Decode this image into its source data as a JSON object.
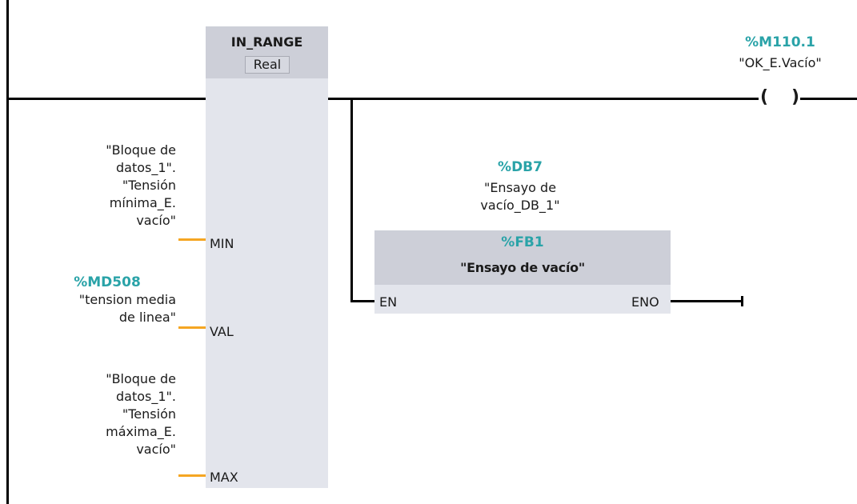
{
  "in_range": {
    "title": "IN_RANGE",
    "type": "Real",
    "pins": {
      "min": "MIN",
      "val": "VAL",
      "max": "MAX"
    }
  },
  "operands": {
    "min": {
      "lines": [
        "\"Bloque de",
        "datos_1\".",
        "\"Tensión",
        "mínima_E.",
        "vacío\""
      ]
    },
    "val": {
      "address": "%MD508",
      "lines": [
        "\"tension media",
        "de linea\""
      ]
    },
    "max": {
      "lines": [
        "\"Bloque de",
        "datos_1\".",
        "\"Tensión",
        "máxima_E.",
        "vacío\""
      ]
    }
  },
  "coil": {
    "address": "%M110.1",
    "name": "\"OK_E.Vacío\"",
    "left_paren": "(",
    "right_paren": ")"
  },
  "fb": {
    "instance_address": "%DB7",
    "instance_name_lines": [
      "\"Ensayo de",
      "vacío_DB_1\""
    ],
    "address": "%FB1",
    "name": "\"Ensayo de vacío\"",
    "pin_en": "EN",
    "pin_eno": "ENO"
  },
  "colors": {
    "wire_orange": "#f5a623",
    "address_teal": "#2aa3a8",
    "block_body": "#e3e5ec",
    "block_header": "#cdcfd8"
  }
}
